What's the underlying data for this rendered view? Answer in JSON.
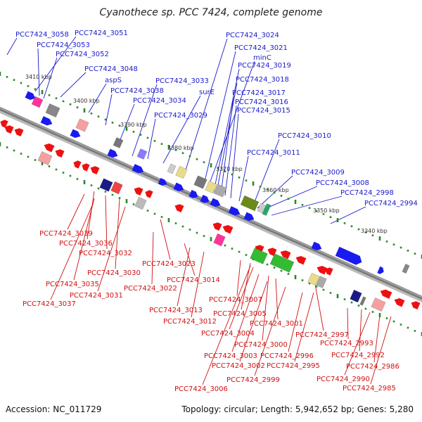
{
  "title": "Cyanothece sp. PCC 7424, complete genome",
  "footer": {
    "accession": "Accession: NC_011729",
    "summary": "Topology: circular; Length: 5,942,652 bp; Genes: 5,280"
  },
  "colors": {
    "plus_label": "#1a1acd",
    "minus_label": "#d01010",
    "backbone": "#7a7a7a",
    "tick_dot": "#2a8a2a"
  },
  "scale_ticks": [
    "3410 kbp",
    "3400 kbp",
    "3390 kbp",
    "3380 kbp",
    "3370 kbp",
    "3360 kbp",
    "3350 kbp",
    "3340 kbp"
  ],
  "plus_labels": [
    "PCC7424_3058",
    "PCC7424_3051",
    "PCC7424_3053",
    "PCC7424_3052",
    "PCC7424_3048",
    "aspS",
    "PCC7424_3038",
    "PCC7424_3033",
    "PCC7424_3034",
    "surE",
    "PCC7424_3029",
    "PCC7424_3024",
    "PCC7424_3021",
    "minC",
    "PCC7424_3019",
    "PCC7424_3018",
    "PCC7424_3017",
    "PCC7424_3016",
    "PCC7424_3015",
    "PCC7424_3011",
    "PCC7424_3010",
    "PCC7424_3009",
    "PCC7424_3008",
    "PCC7424_2998",
    "PCC7424_2994"
  ],
  "minus_labels": [
    "PCC7424_3039",
    "PCC7424_3036",
    "PCC7424_3032",
    "PCC7424_3030",
    "PCC7424_3035",
    "PCC7424_3031",
    "PCC7424_3037",
    "PCC7424_3023",
    "PCC7424_3022",
    "PCC7424_3014",
    "PCC7424_3013",
    "PCC7424_3012",
    "PCC7424_3007",
    "PCC7424_3005",
    "PCC7424_3004",
    "PCC7424_3001",
    "PCC7424_3000",
    "PCC7424_2997",
    "PCC7424_3003",
    "PCC7424_2996",
    "PCC7424_2995",
    "PCC7424_3002",
    "PCC7424_2999",
    "PCC7424_3006",
    "PCC7424_2993",
    "PCC7424_2992",
    "PCC7424_2986",
    "PCC7424_2990",
    "PCC7424_2985"
  ]
}
